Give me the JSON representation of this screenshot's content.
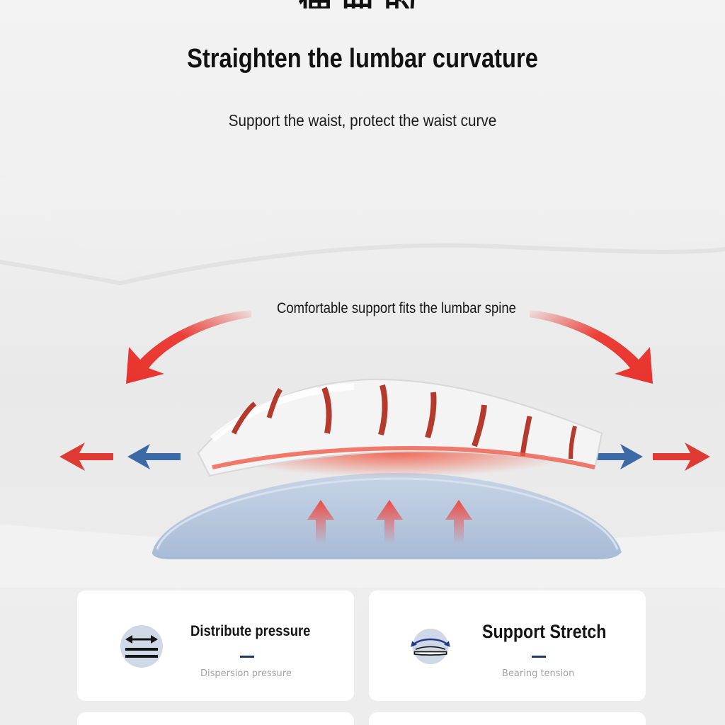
{
  "header": {
    "cut_off_title": "伸曲的",
    "headline": "Straighten the lumbar curvature",
    "subheadline": "Support the waist, protect the waist curve"
  },
  "illustration": {
    "label": "Comfortable support fits the lumbar spine",
    "colors": {
      "curve_arrows": "#e8332d",
      "outer_arrows": "#e03a34",
      "inner_arrows": "#3c6aa6",
      "pillow": "#b7c7de",
      "vertebra_disc": "#b53a2e",
      "heat_glow": "#f06a55"
    },
    "icons": [
      "curved-arrow-left-icon",
      "curved-arrow-right-icon",
      "arrow-left-icon",
      "arrow-right-icon",
      "arrow-up-icon"
    ]
  },
  "features": [
    {
      "title": "Distribute pressure",
      "subtitle": "Dispersion pressure",
      "icon": "pressure-arrows-icon"
    },
    {
      "title": "Support Stretch",
      "subtitle": "Bearing tension",
      "icon": "stretch-arc-icon"
    }
  ]
}
